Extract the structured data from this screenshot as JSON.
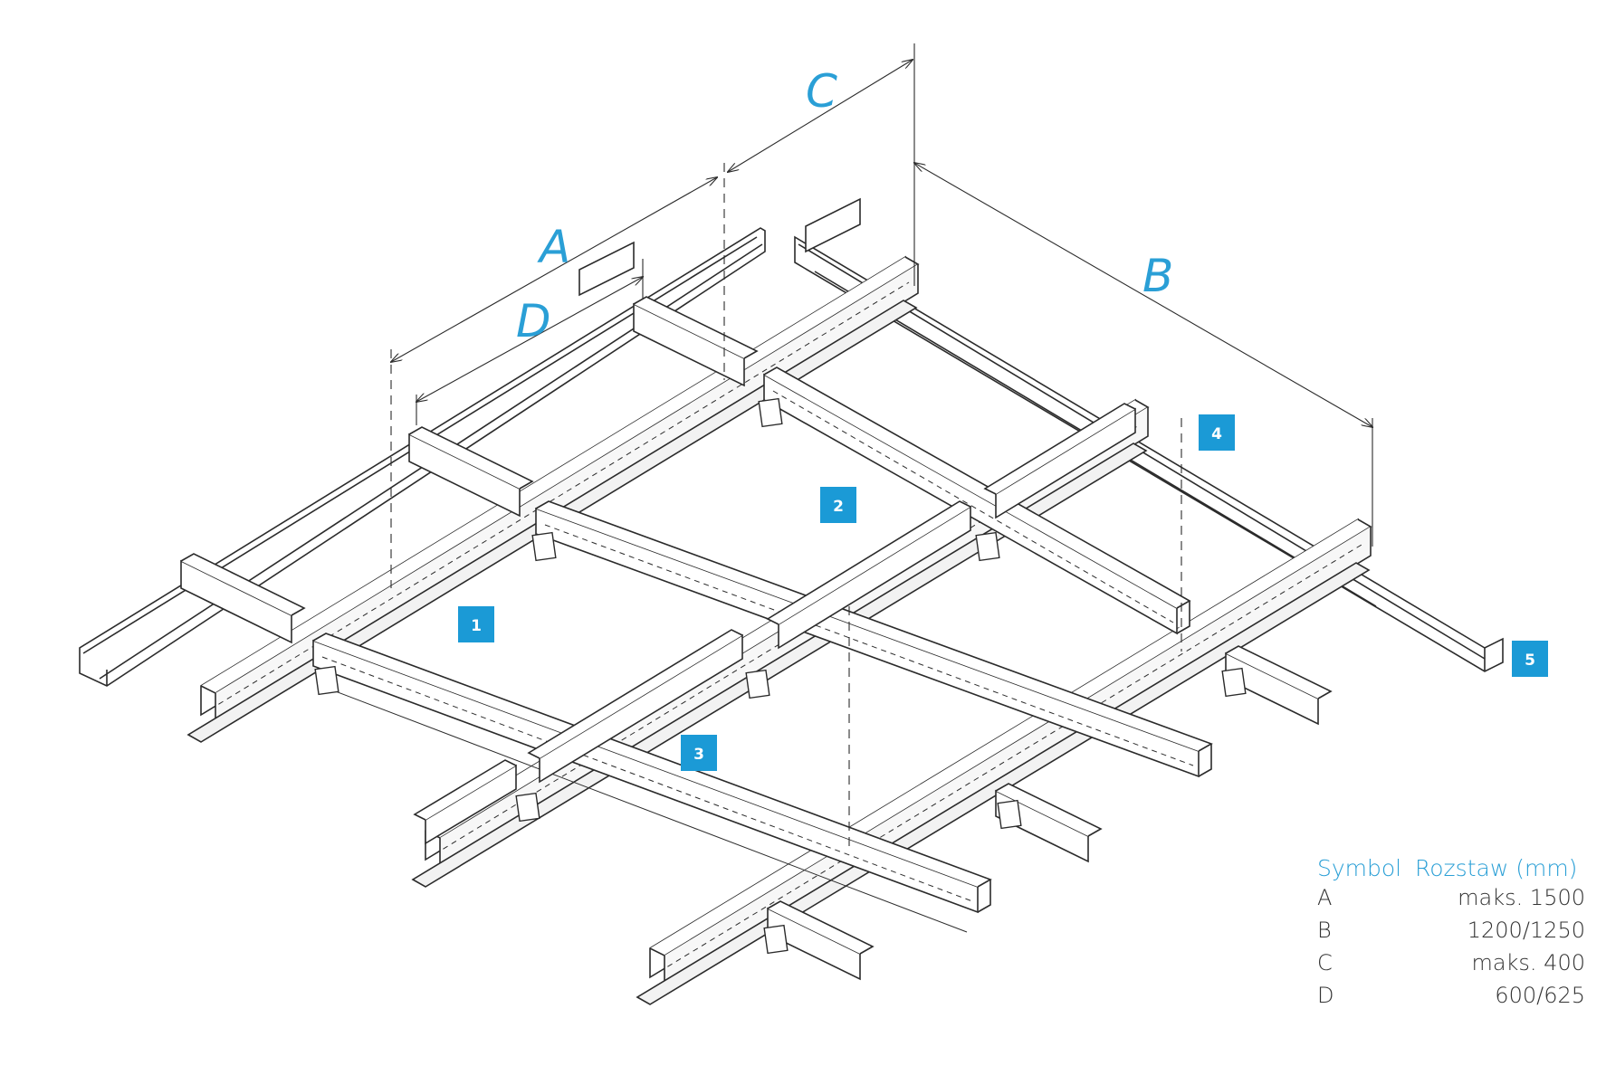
{
  "dimensions": {
    "A": "A",
    "B": "B",
    "C": "C",
    "D": "D"
  },
  "badges": [
    "1",
    "2",
    "3",
    "4",
    "5"
  ],
  "legend": {
    "header_symbol": "Symbol",
    "header_spacing": "Rozstaw (mm)",
    "rows": [
      {
        "symbol": "A",
        "value": "maks. 1500"
      },
      {
        "symbol": "B",
        "value": "1200/1250"
      },
      {
        "symbol": "C",
        "value": "maks. 400"
      },
      {
        "symbol": "D",
        "value": "600/625"
      }
    ]
  },
  "colors": {
    "accent": "#1b9ad6",
    "line": "#2b2b2b"
  }
}
